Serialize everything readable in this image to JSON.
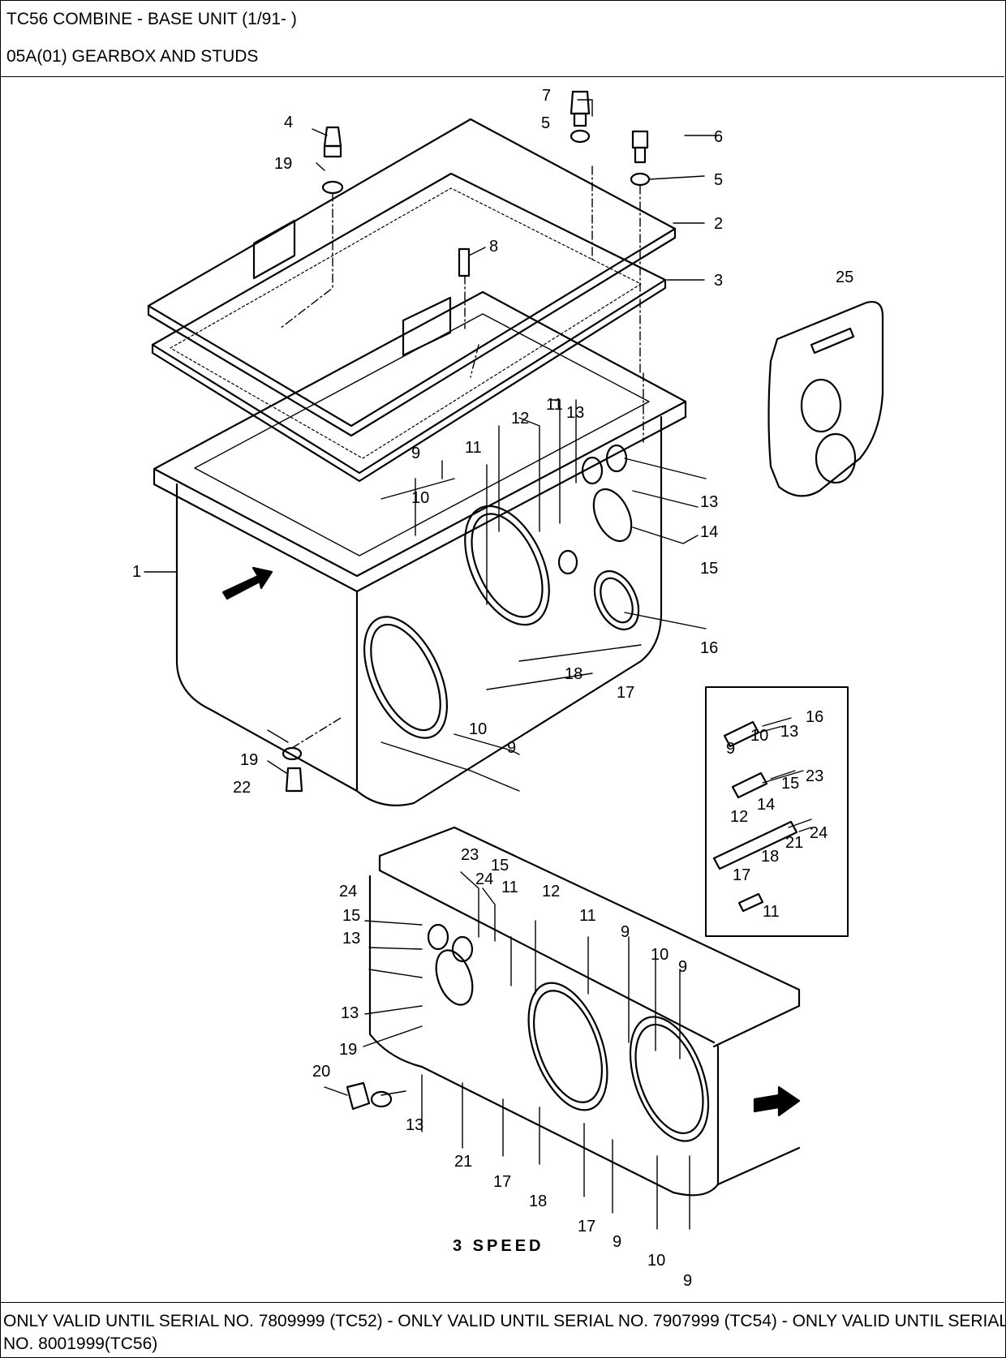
{
  "header": {
    "title": "TC56 COMBINE - BASE UNIT (1/91- )",
    "section": "05A(01) GEARBOX AND STUDS"
  },
  "diagram": {
    "caption_3speed": "3 SPEED",
    "callouts_upper": [
      "1",
      "2",
      "3",
      "4",
      "5",
      "5",
      "6",
      "7",
      "8",
      "19",
      "9",
      "10",
      "11",
      "11",
      "12",
      "13",
      "13",
      "14",
      "15",
      "16",
      "17",
      "18",
      "10",
      "9",
      "19",
      "22",
      "25"
    ],
    "callouts_inset": [
      "16",
      "10",
      "13",
      "9",
      "23",
      "15",
      "14",
      "12",
      "24",
      "21",
      "18",
      "17",
      "11"
    ],
    "callouts_lower": [
      "23",
      "15",
      "24",
      "24",
      "15",
      "13",
      "11",
      "12",
      "11",
      "9",
      "10",
      "9",
      "13",
      "19",
      "20",
      "13",
      "21",
      "17",
      "18",
      "17",
      "9",
      "10",
      "9"
    ]
  },
  "footer": {
    "line1": "ONLY VALID UNTIL SERIAL NO. 7809999 (TC52) - ONLY VALID UNTIL SERIAL NO. 7907999 (TC54) - ONLY VALID UNTIL SERIAL",
    "line2": " NO. 8001999(TC56)"
  }
}
